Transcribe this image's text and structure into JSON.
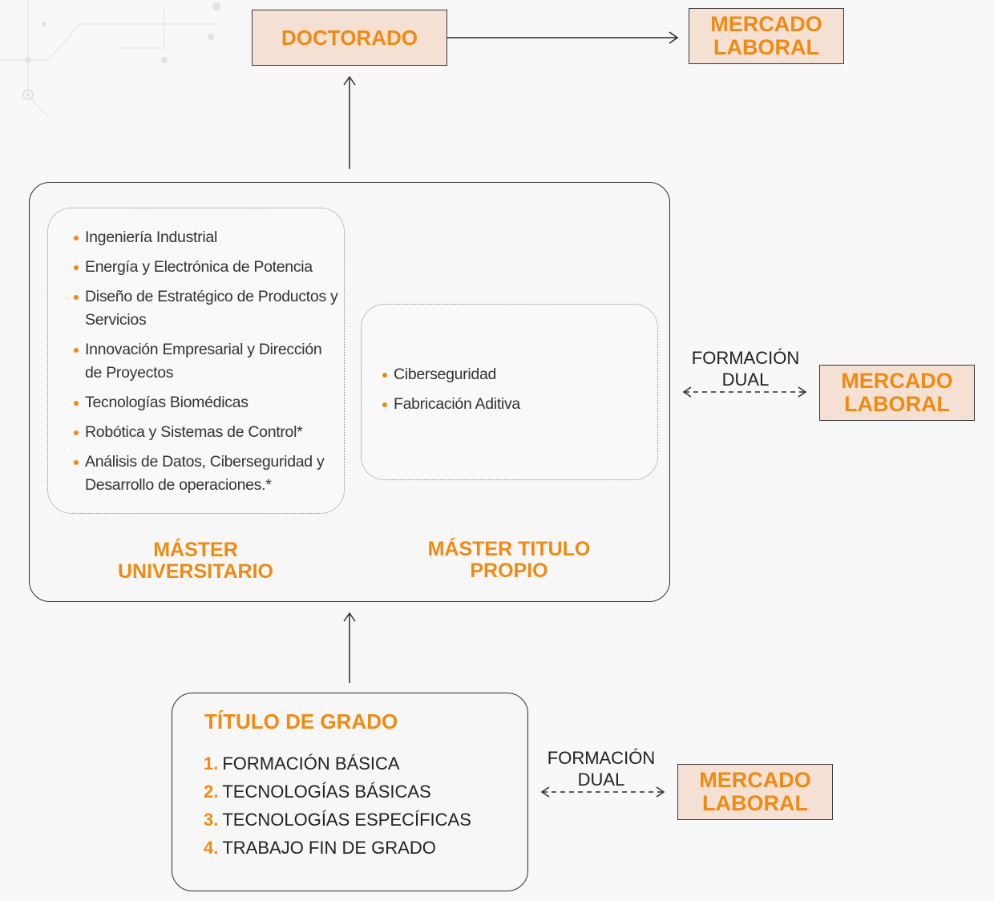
{
  "top": {
    "doctorado": "DOCTORADO",
    "mercado_line1": "MERCADO",
    "mercado_line2": "LABORAL"
  },
  "master_universitario": {
    "items": [
      "Ingeniería Industrial",
      "Energía y Electrónica de Potencia",
      "Diseño de Estratégico de Productos y Servicios",
      "Innovación Empresarial y Dirección de Proyectos",
      "Tecnologías Biomédicas",
      "Robótica y Sistemas de Control*",
      "Análisis de Datos, Ciberseguridad y Desarrollo de operaciones.*"
    ],
    "label_line1": "MÁSTER",
    "label_line2": "UNIVERSITARIO"
  },
  "master_titulo_propio": {
    "items": [
      "Ciberseguridad",
      "Fabricación Aditiva"
    ],
    "label_line1": "MÁSTER TITULO",
    "label_line2": "PROPIO"
  },
  "middle_right": {
    "dual_line1": "FORMACIÓN",
    "dual_line2": "DUAL",
    "mercado_line1": "MERCADO",
    "mercado_line2": "LABORAL"
  },
  "grado": {
    "title": "TÍTULO DE GRADO",
    "items": [
      {
        "num": "1.",
        "text": "FORMACIÓN BÁSICA"
      },
      {
        "num": "2.",
        "text": "TECNOLOGÍAS BÁSICAS"
      },
      {
        "num": "3.",
        "text": "TECNOLOGÍAS ESPECÍFICAS"
      },
      {
        "num": "4.",
        "text": "TRABAJO FIN DE GRADO"
      }
    ]
  },
  "bottom_right": {
    "dual_line1": "FORMACIÓN",
    "dual_line2": "DUAL",
    "mercado_line1": "MERCADO",
    "mercado_line2": "LABORAL"
  },
  "colors": {
    "accent": "#ef8a12",
    "peach_fill": "#f5e1d3",
    "line": "#2f2f2f"
  }
}
